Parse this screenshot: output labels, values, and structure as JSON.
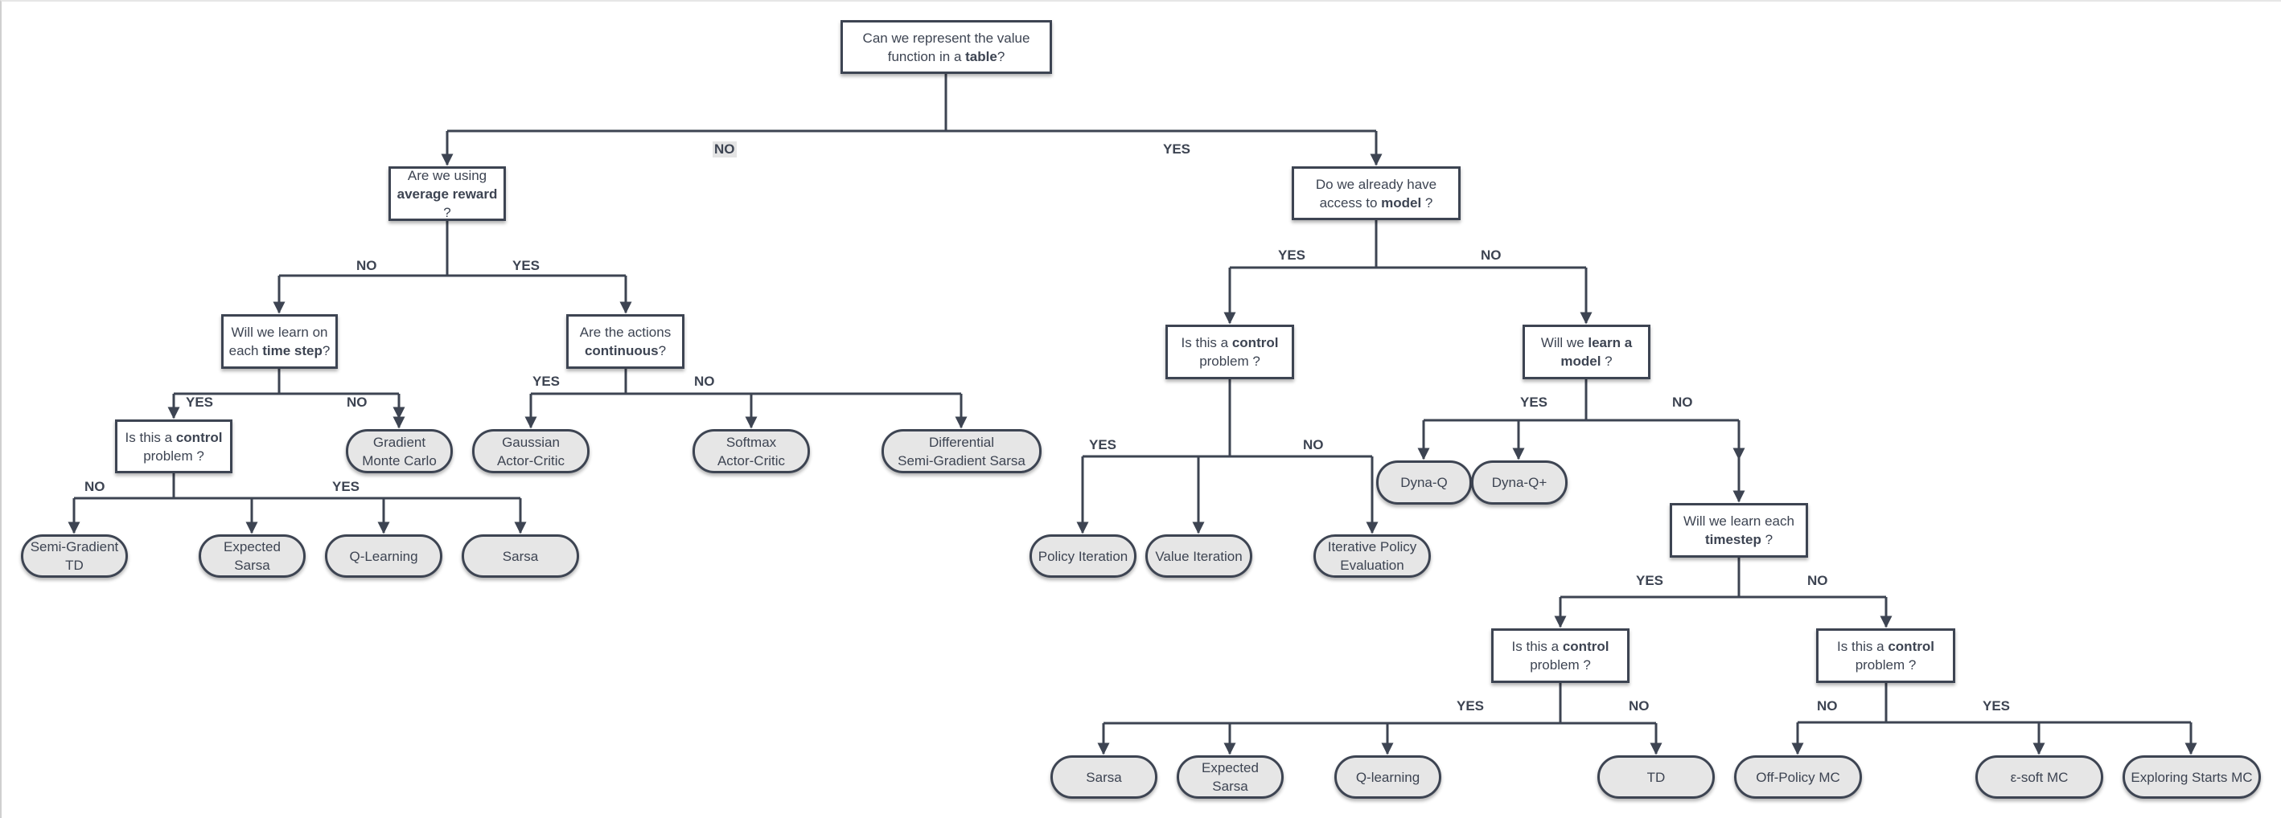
{
  "diagram": {
    "colors": {
      "stroke": "#3d4452",
      "leaf_fill": "#e6e6e6",
      "question_fill": "#ffffff",
      "text": "#3d4452"
    },
    "questions": [
      {
        "id": "q_table",
        "parts": [
          "Can we represent the value",
          "function in a ",
          "table",
          "?"
        ]
      },
      {
        "id": "q_avg_reward",
        "parts": [
          "Are we using",
          "average reward",
          "?"
        ]
      },
      {
        "id": "q_model_access",
        "parts": [
          "Do we already have",
          "access to ",
          "model",
          " ?"
        ]
      },
      {
        "id": "q_time_step",
        "parts": [
          "Will we learn on",
          "each ",
          "time step",
          "?"
        ]
      },
      {
        "id": "q_continuous",
        "parts": [
          "Are the actions",
          "continuous",
          "?"
        ]
      },
      {
        "id": "q_control_left",
        "parts": [
          "Is this a ",
          "control",
          "problem ?"
        ]
      },
      {
        "id": "q_control_mid",
        "parts": [
          "Is this a ",
          "control",
          "problem ?"
        ]
      },
      {
        "id": "q_learn_model",
        "parts": [
          "Will we ",
          "learn a",
          "model",
          " ?"
        ]
      },
      {
        "id": "q_timestep_right",
        "parts": [
          "Will we learn each",
          "timestep",
          " ?"
        ]
      },
      {
        "id": "q_control_yes",
        "parts": [
          "Is this a ",
          "control",
          "problem ?"
        ]
      },
      {
        "id": "q_control_no",
        "parts": [
          "Is this a ",
          "control",
          "problem ?"
        ]
      }
    ],
    "leaves": [
      {
        "id": "l_sgtd",
        "lines": [
          "Semi-Gradient",
          "TD"
        ]
      },
      {
        "id": "l_esarsa_left",
        "lines": [
          "Expected Sarsa"
        ]
      },
      {
        "id": "l_qlearning_left",
        "lines": [
          "Q-Learning"
        ]
      },
      {
        "id": "l_sarsa_left",
        "lines": [
          "Sarsa"
        ]
      },
      {
        "id": "l_gmc",
        "lines": [
          "Gradient",
          "Monte Carlo"
        ]
      },
      {
        "id": "l_gac",
        "lines": [
          "Gaussian",
          "Actor-Critic"
        ]
      },
      {
        "id": "l_sac",
        "lines": [
          "Softmax",
          "Actor-Critic"
        ]
      },
      {
        "id": "l_dsgs",
        "lines": [
          "Differential",
          "Semi-Gradient Sarsa"
        ]
      },
      {
        "id": "l_pi",
        "lines": [
          "Policy Iteration"
        ]
      },
      {
        "id": "l_vi",
        "lines": [
          "Value Iteration"
        ]
      },
      {
        "id": "l_ipe",
        "lines": [
          "Iterative Policy",
          "Evaluation"
        ]
      },
      {
        "id": "l_dynaq",
        "lines": [
          "Dyna-Q"
        ]
      },
      {
        "id": "l_dynaqp",
        "lines": [
          "Dyna-Q+"
        ]
      },
      {
        "id": "l_sarsa_right",
        "lines": [
          "Sarsa"
        ]
      },
      {
        "id": "l_esarsa_right",
        "lines": [
          "Expected Sarsa"
        ]
      },
      {
        "id": "l_qlearning_right",
        "lines": [
          "Q-learning"
        ]
      },
      {
        "id": "l_td",
        "lines": [
          "TD"
        ]
      },
      {
        "id": "l_offmc",
        "lines": [
          "Off-Policy MC"
        ]
      },
      {
        "id": "l_esoft",
        "lines": [
          "ε-soft MC"
        ]
      },
      {
        "id": "l_esmc",
        "lines": [
          "Exploring Starts MC"
        ]
      }
    ],
    "branch_labels": {
      "table_no": "NO",
      "table_yes": "YES",
      "avg_no": "NO",
      "avg_yes": "YES",
      "model_yes": "YES",
      "model_no": "NO",
      "ts_yes": "YES",
      "ts_no": "NO",
      "cont_yes": "YES",
      "cont_no": "NO",
      "ctrl_left_no": "NO",
      "ctrl_left_yes": "YES",
      "ctrl_mid_yes": "YES",
      "ctrl_mid_no": "NO",
      "lm_yes": "YES",
      "lm_no": "NO",
      "tsr_yes": "YES",
      "tsr_no": "NO",
      "cy_yes": "YES",
      "cy_no": "NO",
      "cn_no": "NO",
      "cn_yes": "YES"
    }
  }
}
